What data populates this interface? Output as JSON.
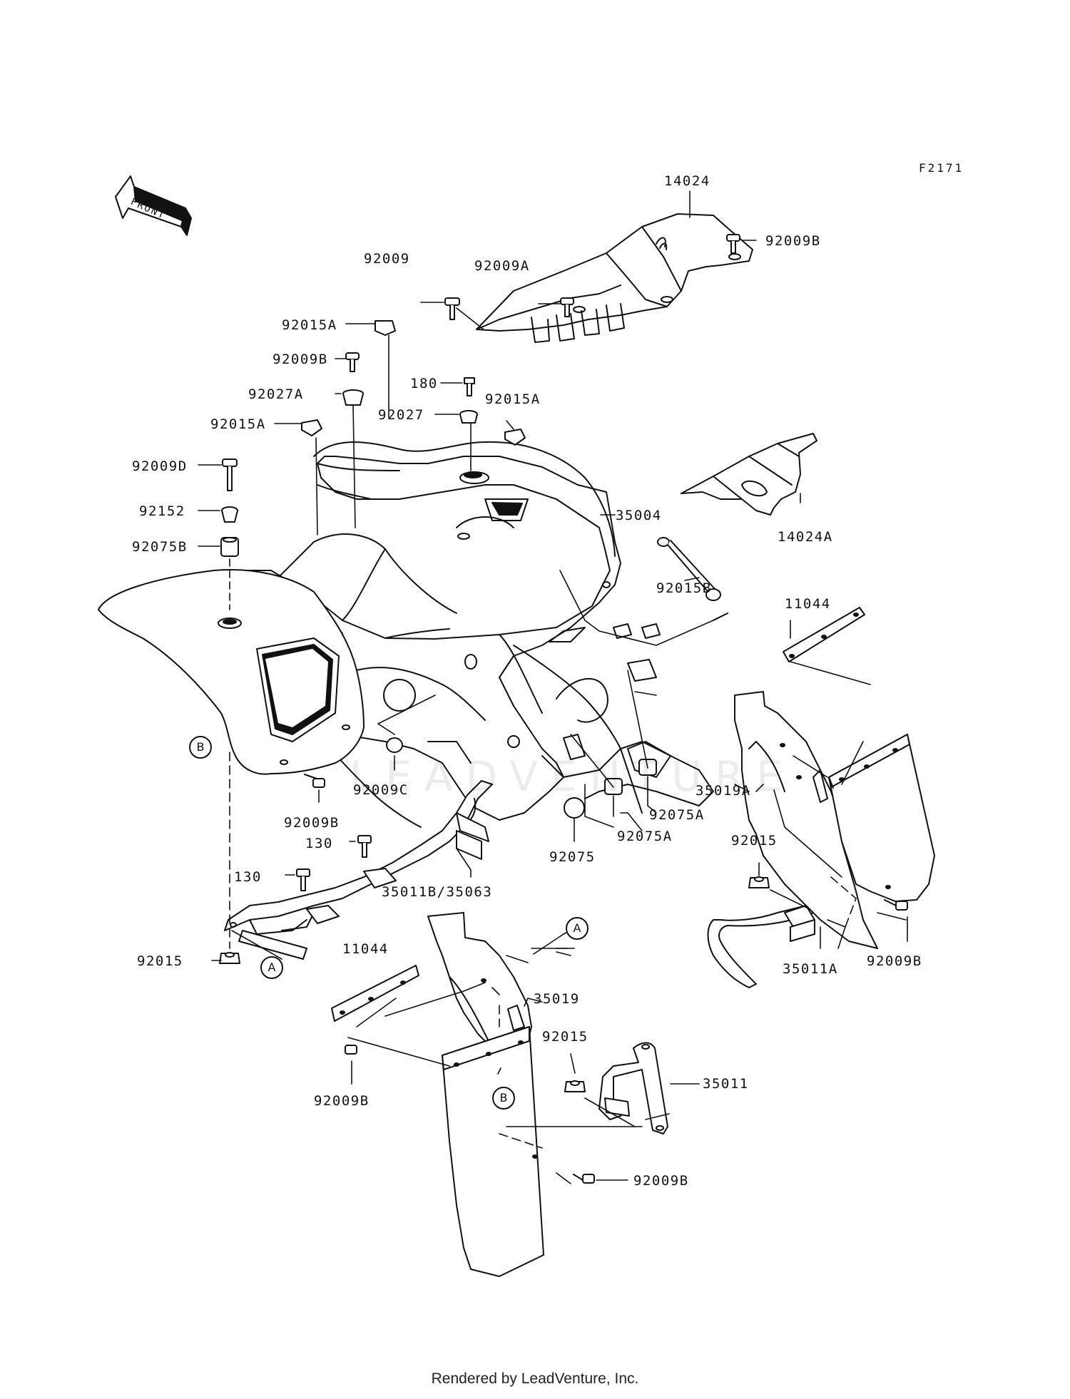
{
  "diagram_code": "F2171",
  "front_arrow_label": "FRONT",
  "watermark": "LEADVENTURE",
  "footer": "Rendered by LeadVenture, Inc.",
  "callout_letters": {
    "a": "A",
    "b": "B"
  },
  "parts": {
    "p14024": "14024",
    "p92009": "92009",
    "p92009A": "92009A",
    "p92009B_top": "92009B",
    "p92015A_1": "92015A",
    "p92009B_2": "92009B",
    "p180": "180",
    "p92027A": "92027A",
    "p92027": "92027",
    "p92015A_2": "92015A",
    "p92015A_3": "92015A",
    "p92009D": "92009D",
    "p92152": "92152",
    "p92075B": "92075B",
    "p35004": "35004",
    "p14024A": "14024A",
    "p92015B": "92015B",
    "p11044_r": "11044",
    "p92009C": "92009C",
    "p92009B_3": "92009B",
    "p35019A": "35019A",
    "p92075A_1": "92075A",
    "p92075A_2": "92075A",
    "p92075": "92075",
    "p130_1": "130",
    "p130_2": "130",
    "p35011B": "35011B/35063",
    "p92015_r": "92015",
    "p92015_l": "92015",
    "p11044_l": "11044",
    "p35019": "35019",
    "p35011A": "35011A",
    "p92009B_4": "92009B",
    "p92009B_5": "92009B",
    "p92015_m": "92015",
    "p35011": "35011",
    "p92009B_6": "92009B"
  }
}
